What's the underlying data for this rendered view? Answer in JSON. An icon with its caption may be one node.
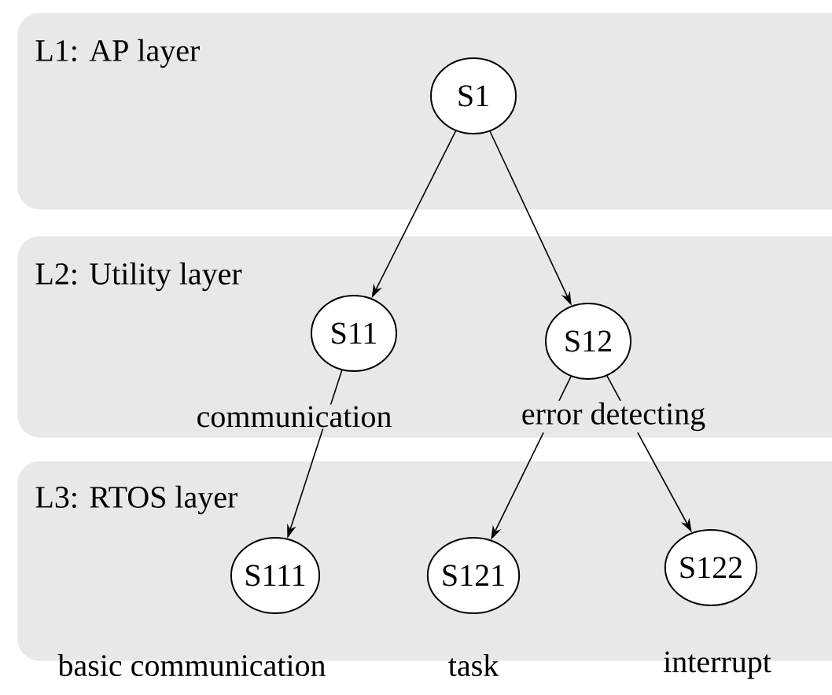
{
  "diagram": {
    "nodes": [
      {
        "text": [
          "L1: AP layer"
        ]
      },
      {
        "text": [
          "L2: Utility layer"
        ]
      },
      {
        "text": [
          "L3: RTOS layer"
        ]
      },
      {
        "text": [
          "S1"
        ],
        "in": 0
      },
      {
        "text": [
          "S11"
        ],
        "in": 1,
        "beside": [
          "communication"
        ]
      },
      {
        "text": [
          "S12"
        ],
        "in": 1,
        "beside": [
          "error detecting"
        ]
      },
      {
        "text": [
          "S111"
        ],
        "in": 2,
        "beside": [
          "basic communication"
        ]
      },
      {
        "text": [
          "S121"
        ],
        "in": 2,
        "beside": [
          "task"
        ]
      },
      {
        "text": [
          "S122"
        ],
        "in": 2,
        "beside": [
          "interrupt"
        ]
      }
    ],
    "edges": [
      {
        "from": 3,
        "to": 4,
        "arrow": "to"
      },
      {
        "from": 3,
        "to": 5,
        "arrow": "to"
      },
      {
        "from": 4,
        "to": 6,
        "arrow": "to"
      },
      {
        "from": 5,
        "to": 7,
        "arrow": "to"
      },
      {
        "from": 5,
        "to": 8,
        "arrow": "to"
      }
    ]
  }
}
